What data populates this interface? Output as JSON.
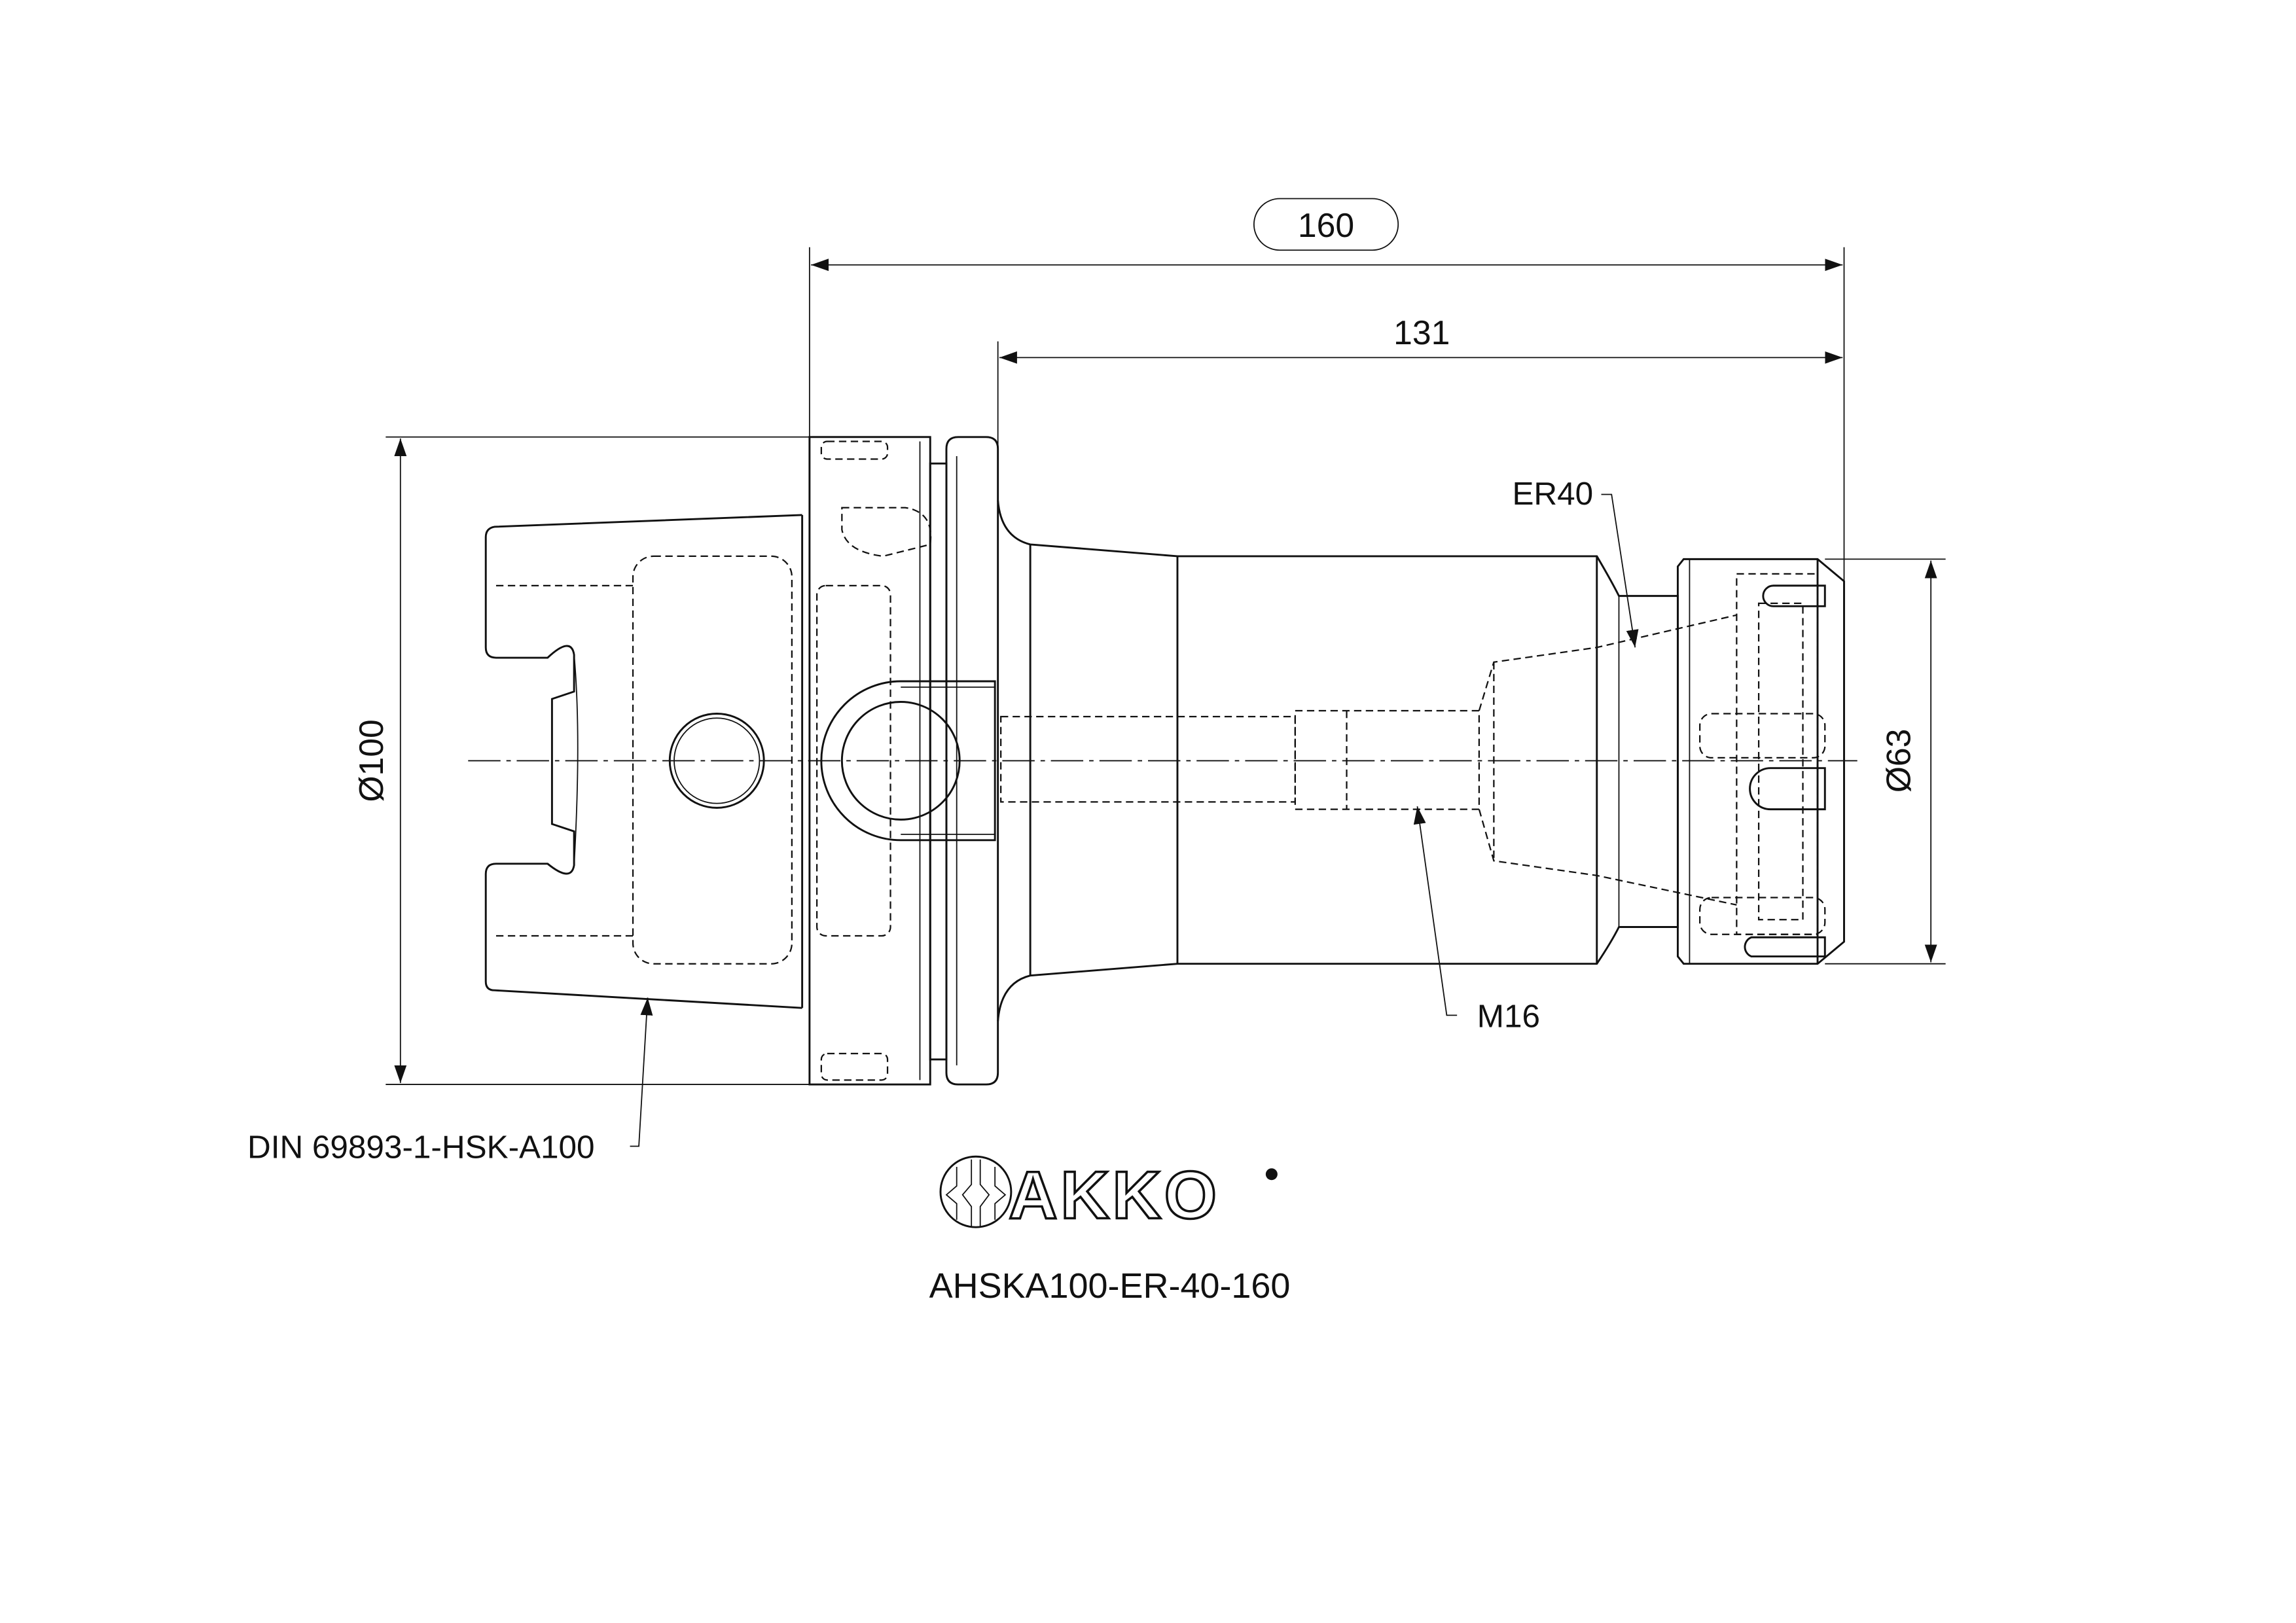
{
  "dimensions": {
    "overall_length": "160",
    "projection_length": "131",
    "flange_diameter": "Ø100",
    "nut_diameter": "Ø63"
  },
  "callouts": {
    "collet_type": "ER40",
    "thread": "M16",
    "interface": "DIN 69893-1-HSK-A100"
  },
  "logo": {
    "brand": "AKKO"
  },
  "product_code": "AHSKA100-ER-40-160"
}
